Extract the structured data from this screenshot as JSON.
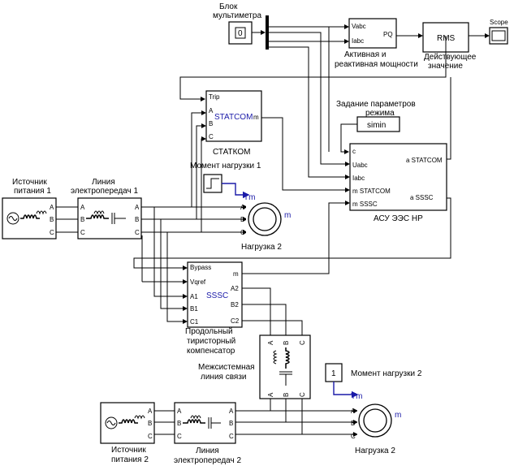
{
  "labels": {
    "multimeter": [
      "Блок",
      "мультиметра"
    ],
    "multimeter_value": "0",
    "pq_block": [
      "Активная и",
      "реактивная мощности"
    ],
    "pq_in_v": "Vabc",
    "pq_in_i": "Iabc",
    "pq_out": "PQ",
    "rms_block": "RMS",
    "rms_caption": [
      "Действующее",
      "значение"
    ],
    "scope": "Scope",
    "statcom_block": "STATCOM",
    "statcom_caption": "СТАТКОМ",
    "statcom_ports": [
      "Trip",
      "A",
      "B",
      "C",
      "m"
    ],
    "mode_params": [
      "Задание параметров",
      "режима"
    ],
    "simin": "simin",
    "controller_ports_in": [
      "c",
      "Uabc",
      "Iabc",
      "m STATCOM",
      "m SSSC"
    ],
    "controller_ports_out": [
      "a STATCOM",
      "a SSSC"
    ],
    "controller_caption": "АСУ ЭЭС НР",
    "load_torque_1": "Момент нагрузки 1",
    "tm": "Tm",
    "m_port": "m",
    "abc": [
      "A",
      "B",
      "C"
    ],
    "source_1": [
      "Источник",
      "питания 1"
    ],
    "line_1": [
      "Линия",
      "электропередач 1"
    ],
    "load_1": "Нагрузка 2",
    "sssc_block": "SSSC",
    "sssc_ports_in": [
      "Bypass",
      "Vqref",
      "A1",
      "B1",
      "C1"
    ],
    "sssc_ports_out": [
      "m",
      "A2",
      "B2",
      "C2"
    ],
    "sssc_caption": [
      "Продольный",
      "тиристорный",
      "компенсатор"
    ],
    "intersystem": [
      "Межсистемная",
      "линия связи"
    ],
    "load_torque_2_value": "1",
    "load_torque_2": "Момент нагрузки 2",
    "source_2": [
      "Источник",
      "питания 2"
    ],
    "line_2": [
      "Линия",
      "электропередач 2"
    ],
    "load_2": "Нагрузка 2"
  }
}
